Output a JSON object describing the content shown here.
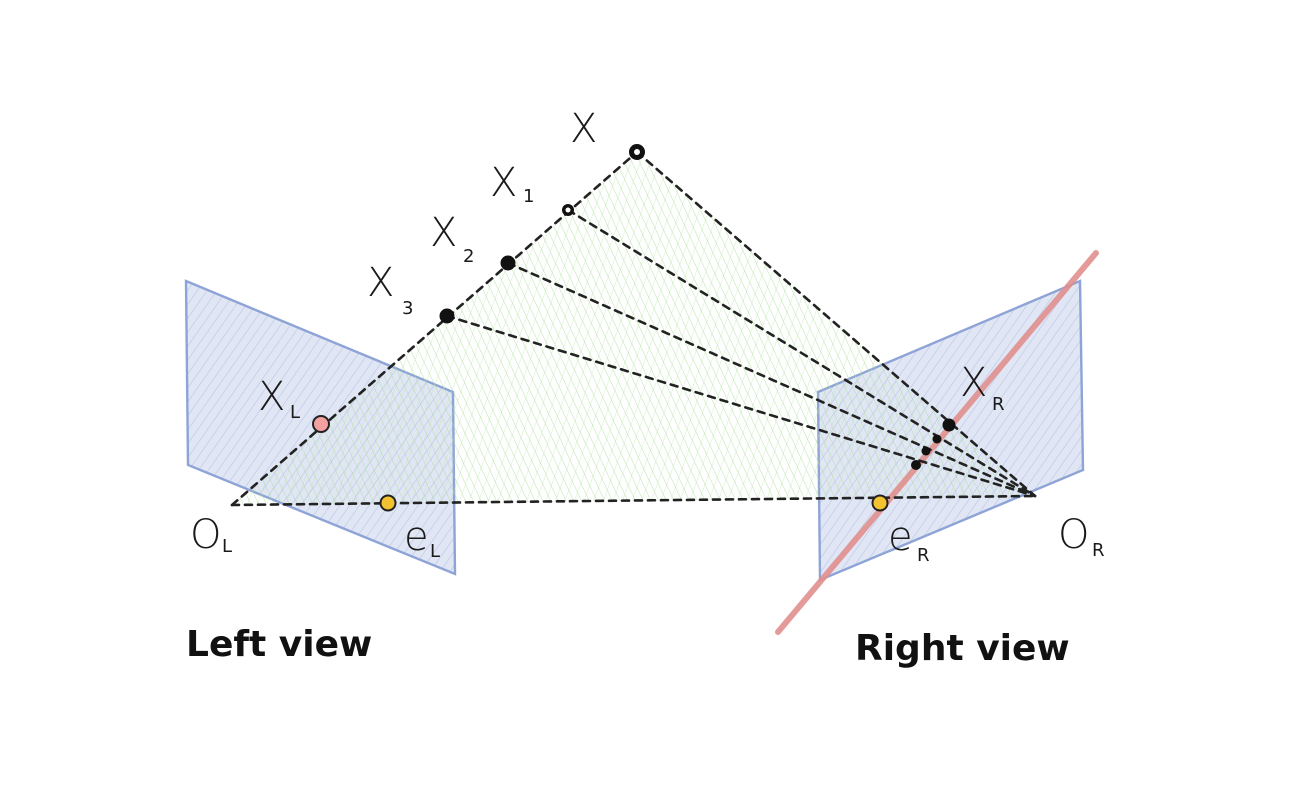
{
  "labels": {
    "X": "X",
    "X1_main": "X",
    "X1_sub": "1",
    "X2_main": "X",
    "X2_sub": "2",
    "X3_main": "X",
    "X3_sub": "3",
    "XL_main": "X",
    "XL_sub": "L",
    "XR_main": "X",
    "XR_sub": "R",
    "OL_main": "O",
    "OL_sub": "L",
    "OR_main": "O",
    "OR_sub": "R",
    "eL_main": "e",
    "eL_sub": "L",
    "eR_main": "e",
    "eR_sub": "R",
    "left_view": "Left view",
    "right_view": "Right view"
  },
  "colors": {
    "plane_stroke": "#8ea4d6",
    "epipolar_plane_fill": "#b8e6a6",
    "epipolar_line": "#e0908e",
    "epipole_fill": "#f2c230",
    "left_point_fill": "#f2a0a0",
    "ink": "#111111"
  }
}
